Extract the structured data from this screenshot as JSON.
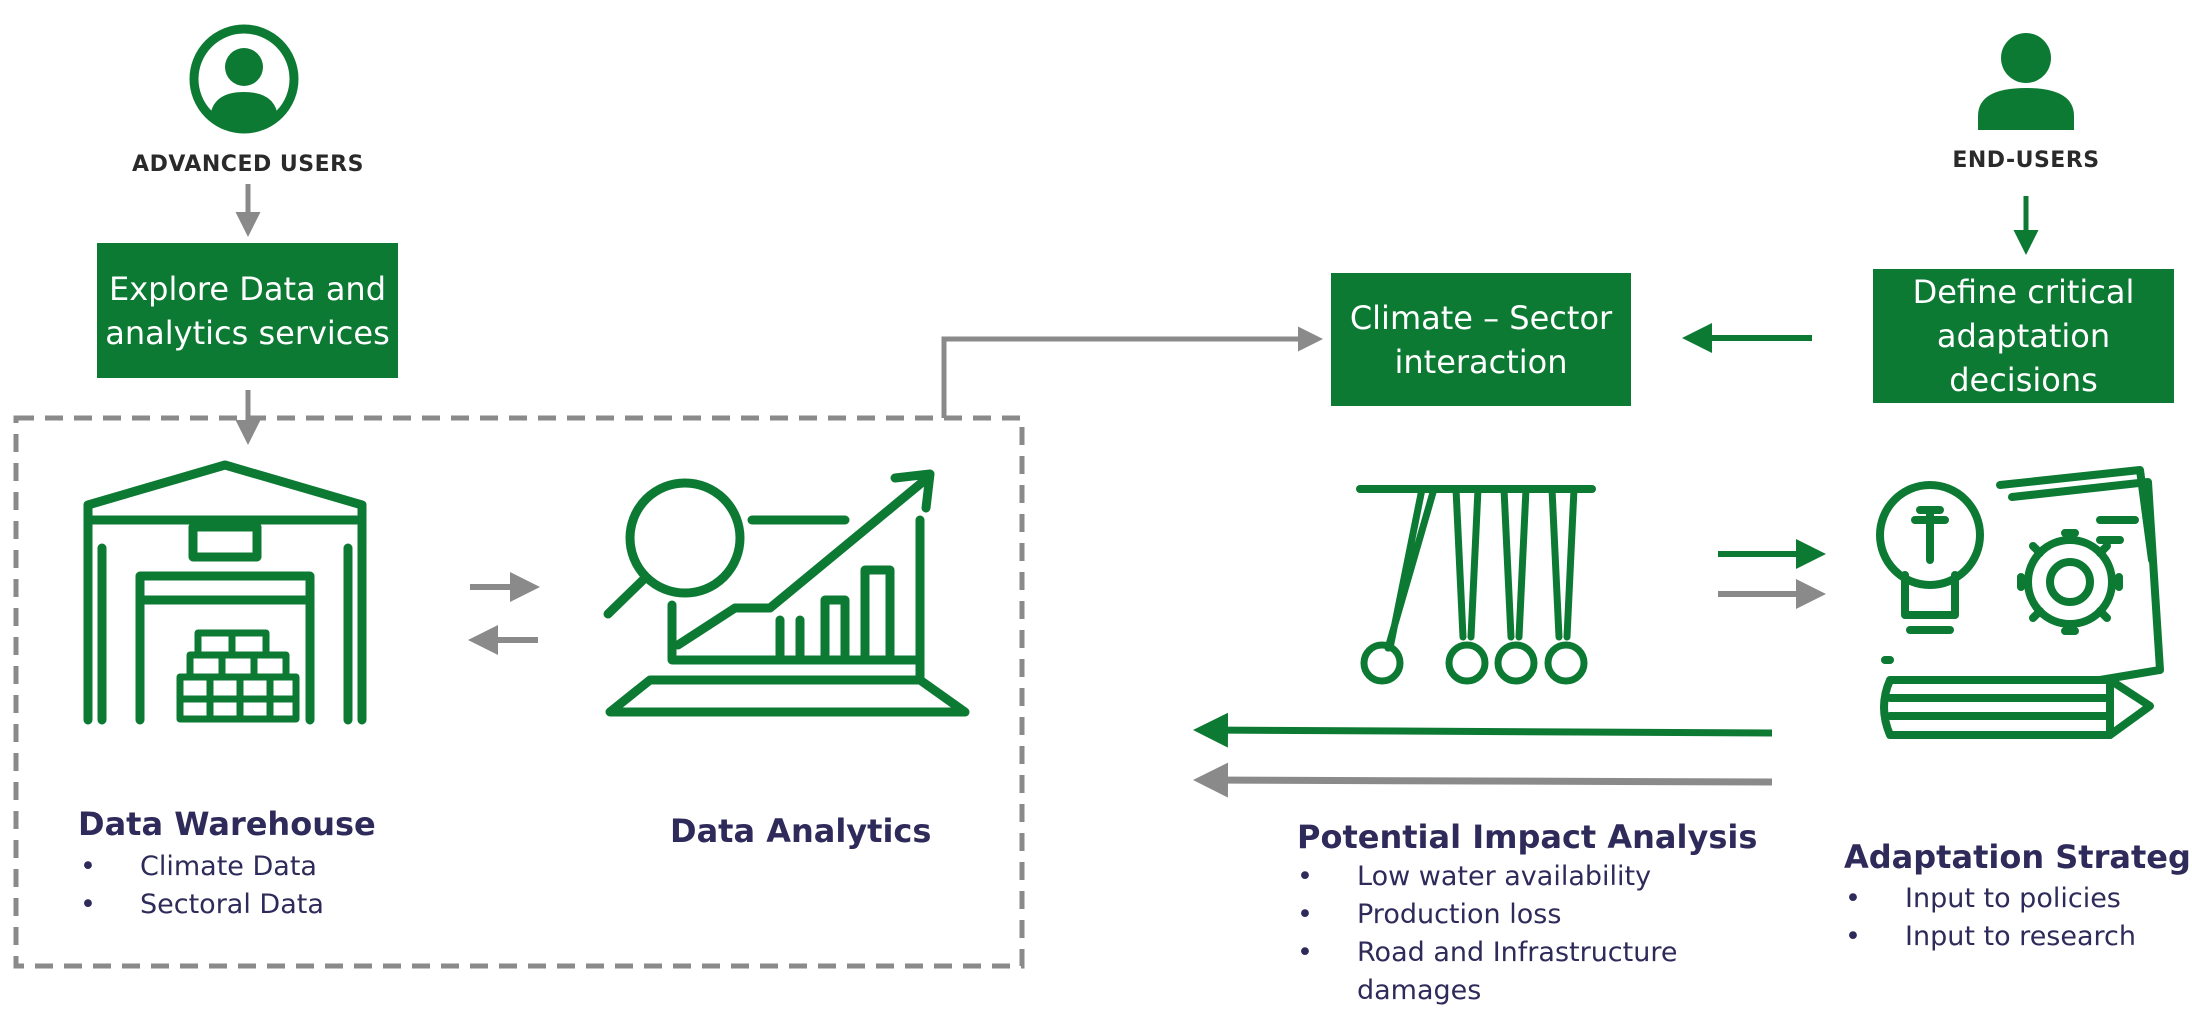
{
  "advanced_users": {
    "label": "ADVANCED USERS",
    "box": "Explore Data and analytics services"
  },
  "end_users": {
    "label": "END-USERS",
    "box": "Define critical adaptation decisions"
  },
  "climate_sector": {
    "box": "Climate – Sector interaction"
  },
  "data_warehouse": {
    "title": "Data Warehouse",
    "items": [
      "Climate Data",
      "Sectoral Data"
    ]
  },
  "data_analytics": {
    "title": "Data Analytics"
  },
  "impact_analysis": {
    "title": "Potential Impact Analysis",
    "items": [
      "Low water availability",
      "Production loss",
      "Road and Infrastructure damages"
    ]
  },
  "adaptation": {
    "title": "Adaptation Strategies",
    "items": [
      "Input to policies",
      "Input to research"
    ]
  },
  "colors": {
    "green": "#0d7a34",
    "gray": "#8a8a8a",
    "navy": "#2e2a5a"
  },
  "icons": [
    "advanced-user-icon",
    "end-user-icon",
    "warehouse-icon",
    "analytics-icon",
    "newtons-cradle-icon",
    "strategy-icon"
  ]
}
